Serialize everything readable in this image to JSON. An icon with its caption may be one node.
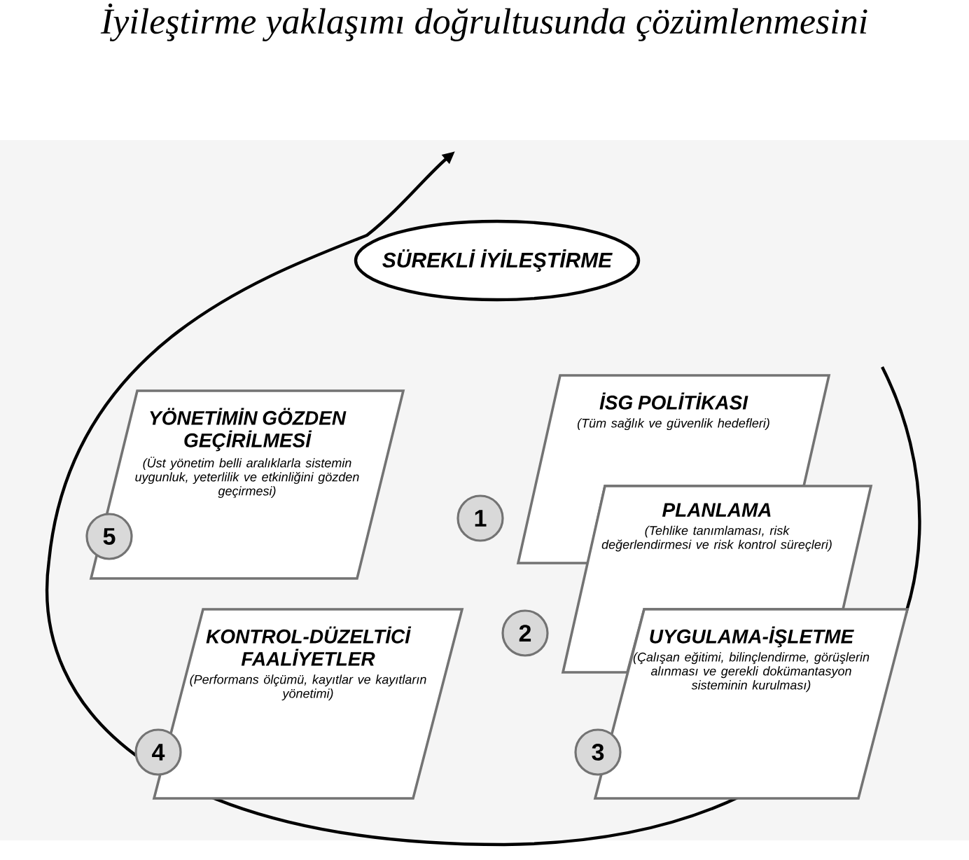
{
  "diagram": {
    "nodes": [
      {
        "text": [
          "SÜREKLİ İYİLEŞTİRME"
        ]
      },
      {
        "text": [
          "İSG POLİTİKASI",
          "(Tüm sağlık ve güvenlik hedefleri)"
        ]
      },
      {
        "text": [
          "PLANLAMA",
          "(Tehlike tanımlaması, risk değerlendirmesi ve risk kontrol süreçleri)"
        ]
      },
      {
        "text": [
          "UYGULAMA-İŞLETME",
          "(Çalışan eğitimi, bilinçlendirme, görüşlerin alınması ve gerekli dokümantasyon sisteminin kurulması)"
        ]
      },
      {
        "text": [
          "KONTROL-DÜZELTİCİ FAALİYETLER",
          "(Performans ölçümü, kayıtlar ve kayıtların yönetimi)"
        ]
      },
      {
        "text": [
          "YÖNETİMİN GÖZDEN GEÇİRİLMESİ",
          "(Üst yönetim belli aralıklarla sistemin uygunluk, yeterlilik ve etkinliğini gözden geçirmesi)"
        ]
      },
      {
        "text": [
          "1"
        ]
      },
      {
        "text": [
          "2"
        ]
      },
      {
        "text": [
          "3"
        ]
      },
      {
        "text": [
          "4"
        ]
      },
      {
        "text": [
          "5"
        ]
      }
    ],
    "labels": [
      "İyileştirme yaklaşımı doğrultusunda çözümlenmesini"
    ]
  }
}
